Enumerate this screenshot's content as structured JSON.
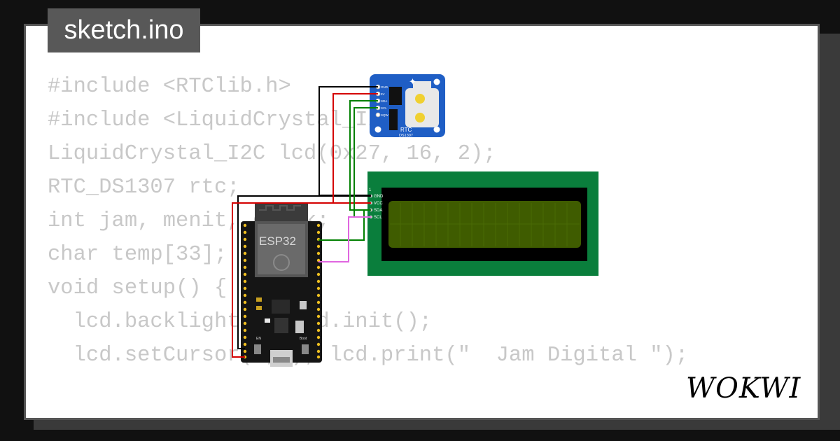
{
  "file_tab": {
    "label": "sketch.ino"
  },
  "code_lines": [
    "#include <RTClib.h>",
    "#include <LiquidCrystal_I2C.h>",
    "LiquidCrystal_I2C lcd(0x27, 16, 2);",
    "RTC_DS1307 rtc;",
    "",
    "int jam, menit, detik;",
    "char temp[33];",
    "",
    "void setup() {",
    "  lcd.backlight(); lcd.init();",
    "  lcd.setCursor(0,0); lcd.print(\"  Jam Digital \");"
  ],
  "esp32": {
    "label": "ESP32",
    "boot_label": "Boot",
    "en_label": "EN"
  },
  "rtc_module": {
    "label": "RTC",
    "chip": "DS1307",
    "pins": [
      "GND",
      "5V",
      "SDA",
      "SCL",
      "SQW"
    ]
  },
  "lcd": {
    "pin_number": "1",
    "pins": [
      "GND",
      "VCC",
      "SDA",
      "SCL"
    ]
  },
  "brand": {
    "name": "WOKWI"
  },
  "wire_colors": {
    "gnd": "#000000",
    "vcc": "#d40000",
    "sda": "#008000",
    "scl": "#008000",
    "misc": "#e066e0"
  }
}
